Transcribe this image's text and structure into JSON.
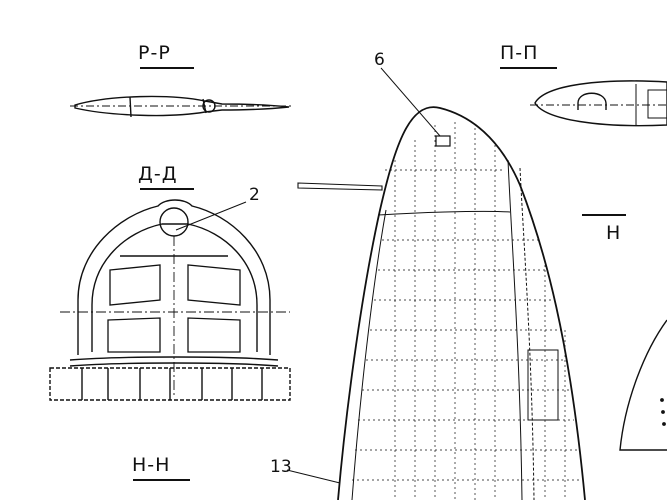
{
  "sections": {
    "pp_top": "Р-Р",
    "dd": "Д-Д",
    "nn_bottom": "Н-Н",
    "pi_pi": "П-П",
    "n_right": "Н"
  },
  "callouts": {
    "c2": "2",
    "c6": "6",
    "c13": "13"
  },
  "colors": {
    "ink": "#111111",
    "paper": "#ffffff"
  }
}
